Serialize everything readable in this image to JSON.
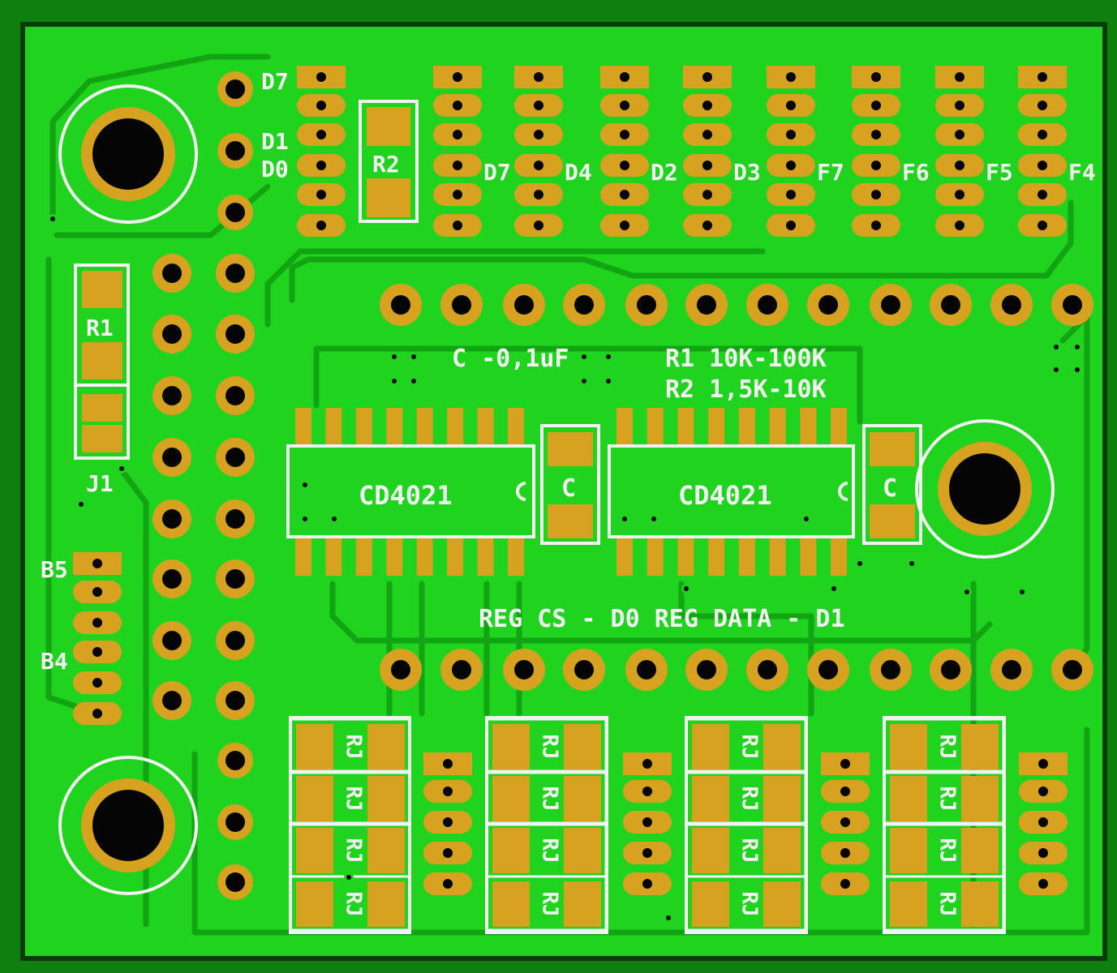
{
  "colors": {
    "board": "#0f7f0f",
    "copper_fill": "#1fd31f",
    "trace": "#12a412",
    "trace_edge": "#0a7a0a",
    "pad": "#d7a21f",
    "drill": "#050505",
    "silkscreen": "#f2f2f2",
    "edge": "#0b3b0b"
  },
  "labels": {
    "header_top_left": [
      "D7",
      "D1",
      "D0"
    ],
    "r2": "R2",
    "r1": "R1",
    "j1": "J1",
    "b5": "B5",
    "b4": "B4",
    "pad_columns": [
      "D7",
      "D4",
      "D2",
      "D3",
      "F7",
      "F6",
      "F5",
      "F4"
    ],
    "cap_note": "C -0,1uF",
    "r1_note": "R1  10K-100K",
    "r2_note": "R2  1,5K-10K",
    "ic_left": "CD4021",
    "ic_right": "CD4021",
    "cap_left": "C",
    "cap_right": "C",
    "reg_note": "REG CS - D0   REG DATA - D1",
    "smd_resistor": "RJ"
  }
}
